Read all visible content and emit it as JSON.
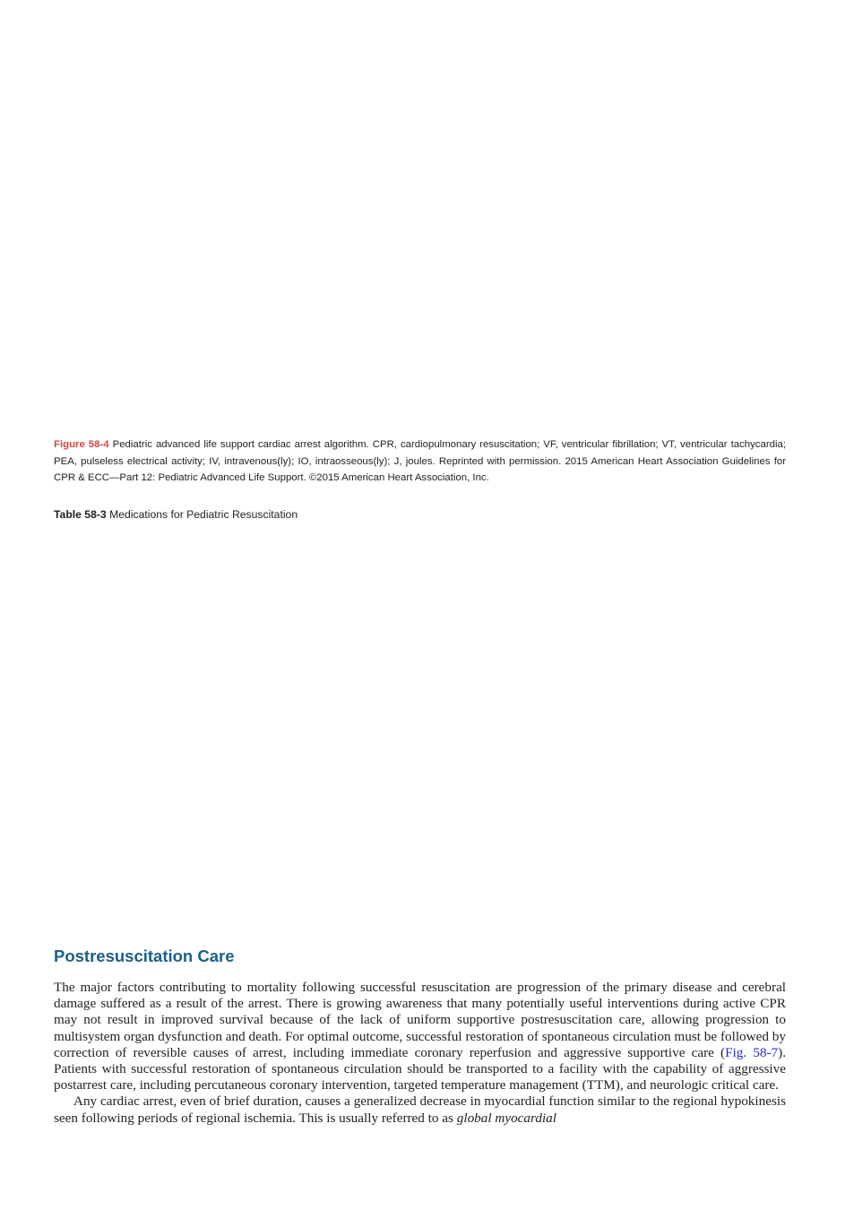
{
  "figure": {
    "label": "Figure 58-4",
    "caption": "Pediatric advanced life support cardiac arrest algorithm. CPR, cardiopulmonary resuscitation; VF, ventricular fibrillation; VT, ventricular tachycardia; PEA, pulseless electrical activity; IV, intravenous(ly); IO, intraosseous(ly); J, joules. Reprinted with permission. 2015 American Heart Association Guidelines for CPR & ECC—Part 12: Pediatric Advanced Life Support. ©2015 American Heart Association, Inc."
  },
  "table": {
    "label": "Table 58-3",
    "title": "Medications for Pediatric Resuscitation"
  },
  "section": {
    "heading": "Postresuscitation Care",
    "p1_part1": "The major factors contributing to mortality following successful resuscitation are progression of the primary disease and cerebral damage suffered as a result of the arrest. There is growing awareness that many potentially useful interventions during active CPR may not result in improved survival because of the lack of uniform supportive postresuscitation care, allowing progression to multisystem organ dysfunction and death. For optimal outcome, successful restoration of spontaneous circulation must be followed by correction of reversible causes of arrest, including immediate coronary reperfusion and aggressive supportive care (",
    "p1_link": "Fig. 58-7",
    "p1_part2": "). Patients with successful restoration of spontaneous circulation should be transported to a facility with the capability of aggressive postarrest care, including percutaneous coronary intervention, targeted temperature management (TTM), and neurologic critical care.",
    "p2_part1": "Any cardiac arrest, even of brief duration, causes a generalized decrease in myocardial function similar to the regional hypokinesis seen following periods of regional ischemia. This is usually referred to as ",
    "p2_italic": "global myocardial"
  }
}
